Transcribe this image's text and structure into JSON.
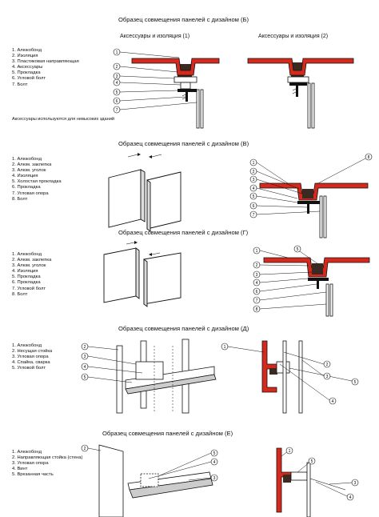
{
  "sections": [
    {
      "title": "Образец совмещения панелей с дизайном (Б)",
      "sub_left": "Аксессуары и изоляция (1)",
      "sub_right": "Аксессуары и изоляция (2)",
      "legend": [
        "1. Алюкобонд",
        "2. Изоляция",
        "3. Пластиковая направляющая",
        "4. Аксессуары",
        "5. Прокладка",
        "6. Угловой болт",
        "7. Болт"
      ],
      "note": "Аксессуары используются для невысоких зданий"
    },
    {
      "title": "Образец совмещения панелей с дизайном (В)",
      "legend": [
        "1. Алюкобонд",
        "2. Алюм. заклепка",
        "3. Алюм. уголок",
        "4. Изоляция",
        "5. Холостая прокладка",
        "6. Прокладка",
        "7. Угловая опора",
        "8. Болт"
      ]
    },
    {
      "title": "Образец совмещения панелей с дизайном (Г)",
      "legend": [
        "1. Алюкобонд",
        "2. Алюм. заклепка",
        "3. Алюм. уголок",
        "4. Изоляция",
        "5. Прокладка",
        "6. Прокладка",
        "7. Угловой болт",
        "8. Болт"
      ]
    },
    {
      "title": "Образец совмещения панелей с дизайном (Д)",
      "legend": [
        "1. Алюкобонд",
        "2. Несущая стойка",
        "3. Угловая опора",
        "4. Спайка, сварка",
        "5. Угловой болт"
      ]
    },
    {
      "title": "Образец совмещения панелей с дизайном (Е)",
      "legend": [
        "1. Алюкобонд",
        "2. Направляющая стойка (стена)",
        "3. Угловая опора",
        "4. Винт",
        "5. Врезанная часть"
      ]
    }
  ],
  "callout_numbers": [
    "1",
    "2",
    "3",
    "4",
    "5",
    "6",
    "7",
    "8"
  ],
  "colors": {
    "panel_red": "#d42a1e",
    "ink": "#111111",
    "insulation_dark": "#3a2a22"
  }
}
